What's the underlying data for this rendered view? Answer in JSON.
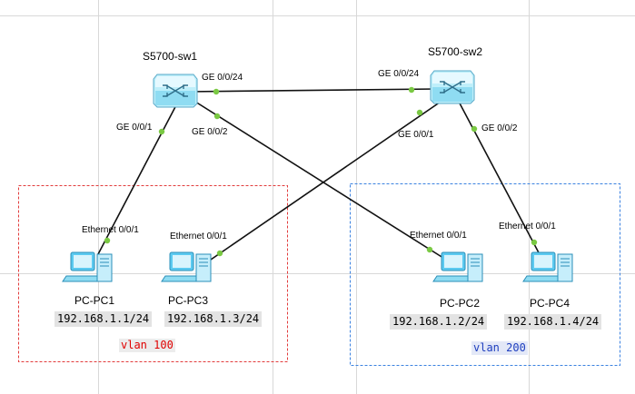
{
  "devices": {
    "sw1": {
      "name": "S5700-sw1"
    },
    "sw2": {
      "name": "S5700-sw2"
    },
    "pc1": {
      "name": "PC-PC1",
      "ip": "192.168.1.1/24"
    },
    "pc3": {
      "name": "PC-PC3",
      "ip": "192.168.1.3/24"
    },
    "pc2": {
      "name": "PC-PC2",
      "ip": "192.168.1.2/24"
    },
    "pc4": {
      "name": "PC-PC4",
      "ip": "192.168.1.4/24"
    }
  },
  "ports": {
    "sw1_ge24": "GE 0/0/24",
    "sw1_ge1": "GE 0/0/1",
    "sw1_ge2": "GE 0/0/2",
    "sw2_ge24": "GE 0/0/24",
    "sw2_ge1": "GE 0/0/1",
    "sw2_ge2": "GE 0/0/2",
    "pc1_eth": "Ethernet 0/0/1",
    "pc3_eth": "Ethernet 0/0/1",
    "pc2_eth": "Ethernet 0/0/1",
    "pc4_eth": "Ethernet 0/0/1"
  },
  "vlans": {
    "left": {
      "label": "vlan 100",
      "color": "#e00000"
    },
    "right": {
      "label": "vlan 200",
      "color": "#1f6fdf"
    }
  },
  "colors": {
    "link": "#111111",
    "port_dot": "#7ac943",
    "switch": "#9fe3f5",
    "pc": "#5ccaf0"
  }
}
